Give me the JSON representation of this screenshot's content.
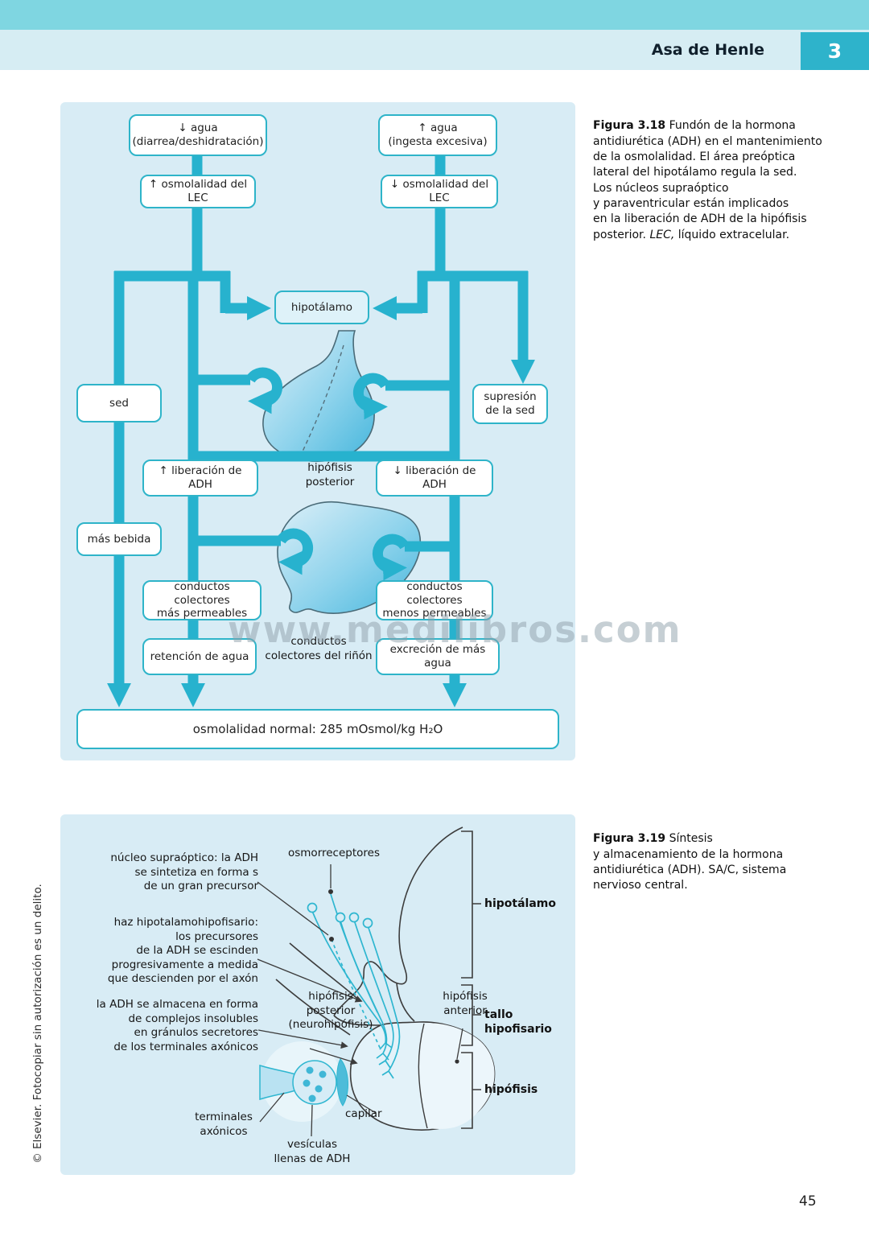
{
  "header": {
    "title": "Asa de Henle",
    "chapter": "3"
  },
  "watermark": "www.medilibros.com",
  "sidebar_copyright": "© Elsevier. Fotocopiar sin autorización es un delito.",
  "page_number": "45",
  "colors": {
    "band": "#7fd6e1",
    "band_light": "#d6edf3",
    "chapter_box": "#2eb3cb",
    "panel_bg": "#d8ecf5",
    "arrow": "#27b2ce",
    "box_border": "#2eb4c9",
    "organ_blue": "#45b6dc",
    "watermark_gray": "#8fa0ab"
  },
  "fig318": {
    "caption": {
      "label": "Figura 3.18",
      "body": " Fundón de la hormona\nantidiurética (ADH) en el mantenimiento\nde la osmolalidad. El área preóptica\nlateral del hipotálamo regula la sed.\nLos núcleos supraóptico\ny paraventricular están implicados\nen la liberación de ADH de la hipófisis\nposterior. ",
      "abbr": "LEC,",
      "end": " líquido extracelular."
    },
    "boxes": {
      "agua_down": "↓ agua\n(diarrea/deshidratación)",
      "agua_up": "↑ agua\n(ingesta excesiva)",
      "osmolalidad_up": "↑ osmolalidad del LEC",
      "osmolalidad_down": "↓ osmolalidad del LEC",
      "hipotalamo": "hipotálamo",
      "sed": "sed",
      "supresion": "supresión\nde la sed",
      "liberacion_up": "↑ liberación de ADH",
      "liberacion_down": "↓ liberación de ADH",
      "mas_bebida": "más bebida",
      "conductos_mas": "conductos colectores\nmás permeables",
      "conductos_menos": "conductos colectores\nmenos permeables",
      "retencion": "retención de agua",
      "excrecion": "excreción de más agua",
      "osmolalidad_normal": "osmolalidad normal: 285 mOsmol/kg H₂O"
    },
    "labels": {
      "hipofisis_posterior": "hipófisis\nposterior",
      "conductos_rinon": "conductos\ncolectores del riñón"
    }
  },
  "fig319": {
    "caption": {
      "label": "Figura 3.19",
      "body": " Síntesis\ny almacenamiento de la hormona\nantidiurética (ADH). SA/C, sistema\nnervioso central."
    },
    "labels": {
      "osmorreceptores": "osmorreceptores",
      "nucleo": "núcleo supraóptico: la ADH\nse sintetiza en forma s\nde un gran precursor",
      "haz": "haz hipotalamohipofisario:\nlos precursores\nde la ADH se escinden\nprogresivamente a medida\nque descienden por el axón",
      "almacena": "la ADH se almacena en forma\nde complejos insolubles\nen gránulos secretores\nde los terminales axónicos",
      "hipofisis_posterior": "hipófisis\nposterior\n(neurohipófisis)",
      "hipofisis_anterior": "hipófisis\nanterior",
      "hipotalamo": "hipotálamo",
      "tallo": "tallo hipofisario",
      "hipofisis": "hipófisis",
      "capilar": "capilar",
      "terminales": "terminales\naxónicos",
      "vesiculas": "vesículas\nllenas de ADH"
    }
  }
}
